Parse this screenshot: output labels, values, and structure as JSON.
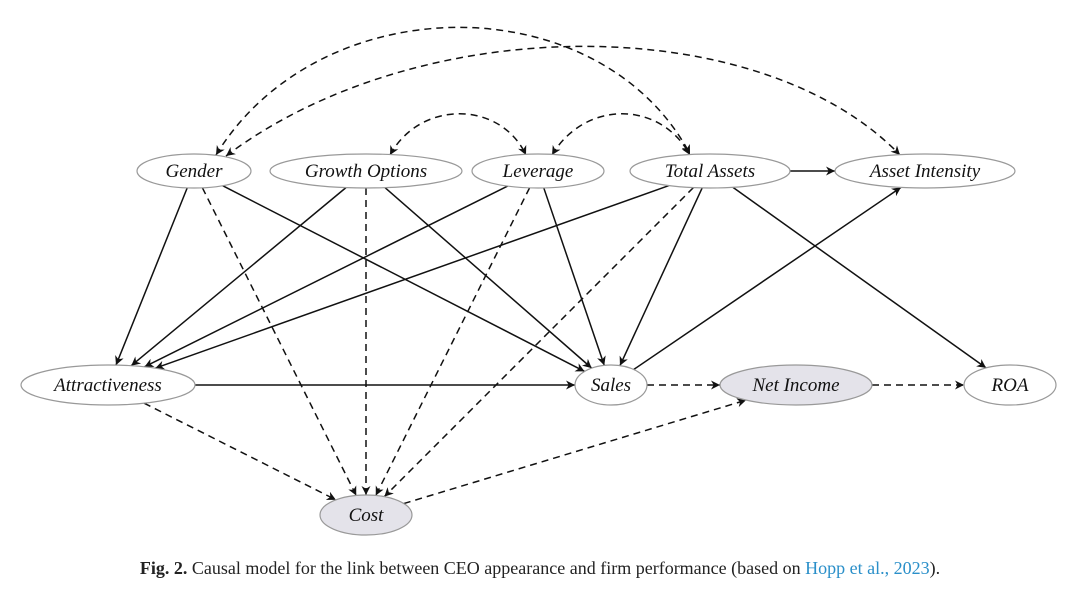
{
  "nodes": [
    {
      "id": "gender",
      "label": "Gender",
      "shaded": false
    },
    {
      "id": "growth",
      "label": "Growth Options",
      "shaded": false
    },
    {
      "id": "leverage",
      "label": "Leverage",
      "shaded": false
    },
    {
      "id": "assets",
      "label": "Total Assets",
      "shaded": false
    },
    {
      "id": "intensity",
      "label": "Asset Intensity",
      "shaded": false
    },
    {
      "id": "attract",
      "label": "Attractiveness",
      "shaded": false
    },
    {
      "id": "sales",
      "label": "Sales",
      "shaded": false
    },
    {
      "id": "netincome",
      "label": "Net Income",
      "shaded": true
    },
    {
      "id": "roa",
      "label": "ROA",
      "shaded": false
    },
    {
      "id": "cost",
      "label": "Cost",
      "shaded": true
    }
  ],
  "edges": [
    {
      "from": "gender",
      "to": "attract",
      "style": "solid"
    },
    {
      "from": "gender",
      "to": "sales",
      "style": "solid"
    },
    {
      "from": "growth",
      "to": "attract",
      "style": "solid"
    },
    {
      "from": "growth",
      "to": "sales",
      "style": "solid"
    },
    {
      "from": "leverage",
      "to": "attract",
      "style": "solid"
    },
    {
      "from": "leverage",
      "to": "sales",
      "style": "solid"
    },
    {
      "from": "assets",
      "to": "attract",
      "style": "solid"
    },
    {
      "from": "assets",
      "to": "sales",
      "style": "solid"
    },
    {
      "from": "assets",
      "to": "intensity",
      "style": "solid"
    },
    {
      "from": "assets",
      "to": "roa",
      "style": "solid"
    },
    {
      "from": "sales",
      "to": "intensity",
      "style": "solid"
    },
    {
      "from": "attract",
      "to": "sales",
      "style": "solid"
    },
    {
      "from": "gender",
      "to": "cost",
      "style": "dashed"
    },
    {
      "from": "growth",
      "to": "cost",
      "style": "dashed"
    },
    {
      "from": "leverage",
      "to": "cost",
      "style": "dashed"
    },
    {
      "from": "assets",
      "to": "cost",
      "style": "dashed"
    },
    {
      "from": "attract",
      "to": "cost",
      "style": "dashed"
    },
    {
      "from": "cost",
      "to": "netincome",
      "style": "dashed"
    },
    {
      "from": "sales",
      "to": "netincome",
      "style": "dashed"
    },
    {
      "from": "netincome",
      "to": "roa",
      "style": "dashed"
    },
    {
      "from": "gender",
      "to": "assets",
      "style": "bidirected"
    },
    {
      "from": "gender",
      "to": "intensity",
      "style": "bidirected"
    },
    {
      "from": "growth",
      "to": "leverage",
      "style": "bidirected"
    },
    {
      "from": "leverage",
      "to": "assets",
      "style": "bidirected"
    }
  ],
  "caption": {
    "fig": "Fig. 2.",
    "text": " Causal model for the link between CEO appearance and firm performance (based on ",
    "ref": "Hopp et al., 2023",
    "end": ")."
  },
  "colors": {
    "shaded": "#e4e3ea",
    "stroke": "#999999",
    "edge": "#111111",
    "link": "#2a8fc9"
  }
}
